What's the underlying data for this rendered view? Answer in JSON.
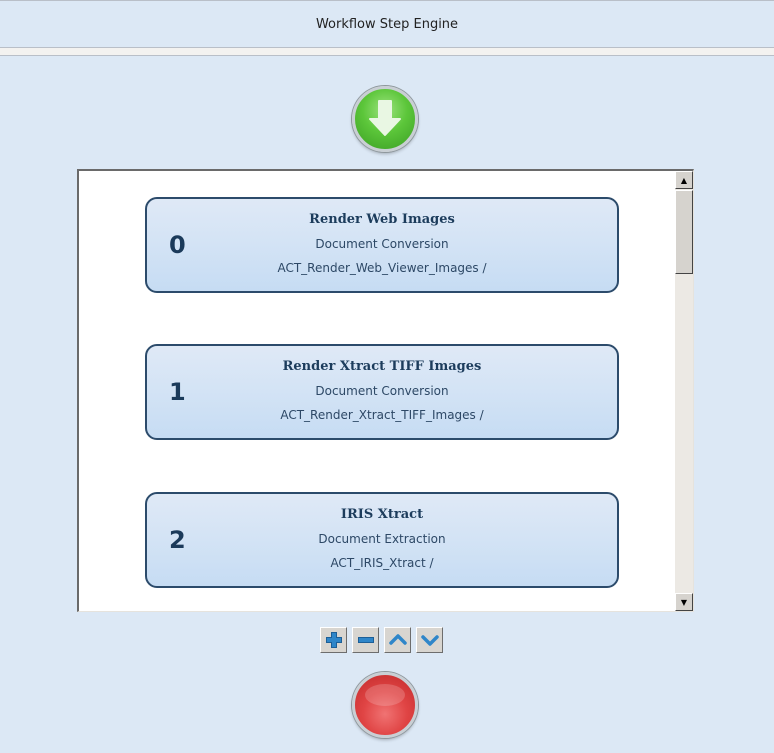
{
  "window": {
    "title": "Workflow Step Engine"
  },
  "controls": {
    "start_icon": "green-down-arrow-icon",
    "stop_icon": "red-circle-icon"
  },
  "steps": [
    {
      "index": "0",
      "name": "Render Web Images",
      "category": "Document Conversion",
      "action": "ACT_Render_Web_Viewer_Images /"
    },
    {
      "index": "1",
      "name": "Render Xtract TIFF Images",
      "category": "Document Conversion",
      "action": "ACT_Render_Xtract_TIFF_Images /"
    },
    {
      "index": "2",
      "name": "IRIS Xtract",
      "category": "Document Extraction",
      "action": "ACT_IRIS_Xtract /"
    }
  ],
  "scrollbar": {
    "up_glyph": "▲",
    "down_glyph": "▼"
  },
  "toolbar": {
    "buttons": [
      {
        "name": "add",
        "icon": "plus-icon"
      },
      {
        "name": "remove",
        "icon": "minus-icon"
      },
      {
        "name": "move-up",
        "icon": "chevron-up-icon"
      },
      {
        "name": "move-down",
        "icon": "chevron-down-icon"
      }
    ]
  },
  "colors": {
    "background": "#dce8f5",
    "card_border": "#2c4b6b",
    "card_text": "#1c3c5c",
    "start_green": "#5cc63a",
    "stop_red": "#e04444",
    "toolbar_icon_blue": "#2f86c9"
  }
}
